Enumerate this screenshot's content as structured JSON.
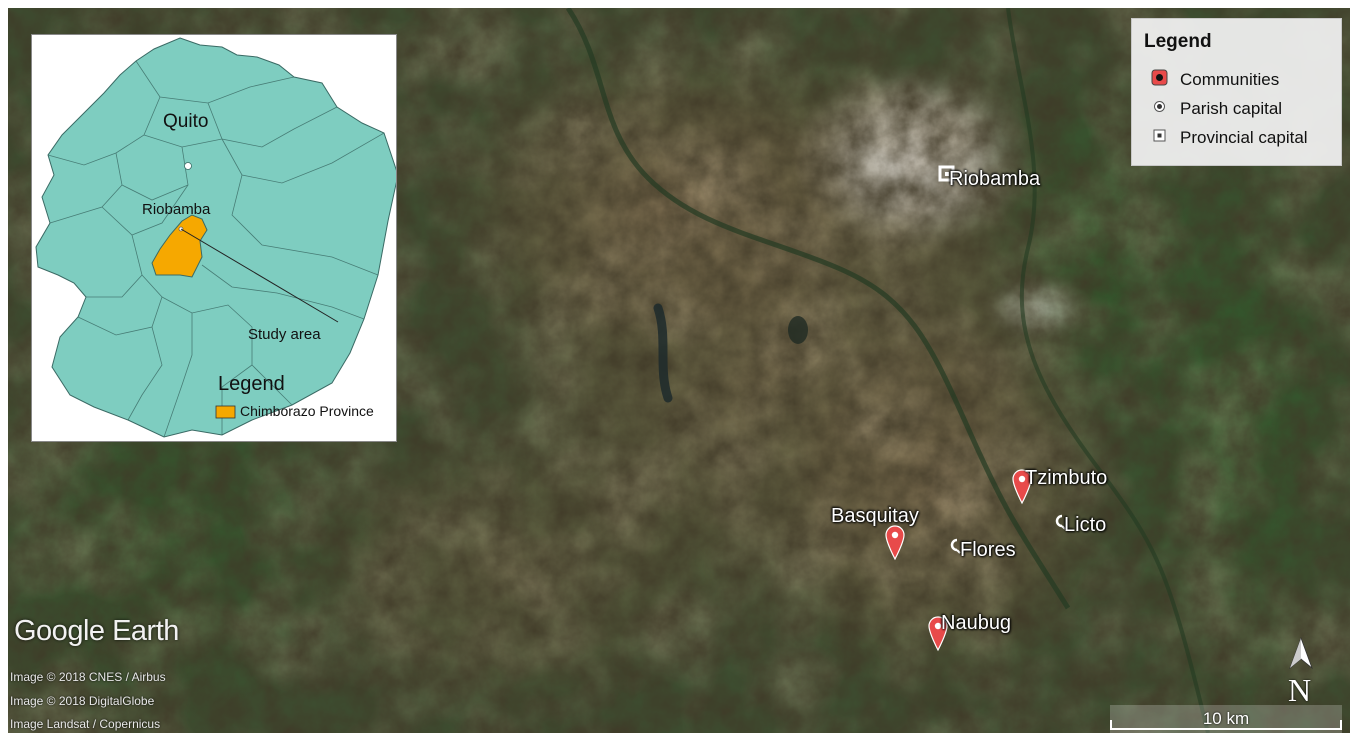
{
  "map": {
    "places": [
      {
        "name": "Riobamba",
        "type": "provincial-capital"
      },
      {
        "name": "Tzimbuto",
        "type": "community"
      },
      {
        "name": "Basquitay",
        "type": "community"
      },
      {
        "name": "Naubug",
        "type": "community"
      },
      {
        "name": "Licto",
        "type": "parish-capital"
      },
      {
        "name": "Flores",
        "type": "parish-capital"
      }
    ],
    "legend": {
      "title": "Legend",
      "items": [
        {
          "label": "Communities",
          "symbol": "red-marker-icon"
        },
        {
          "label": "Parish capital",
          "symbol": "dot-marker-icon"
        },
        {
          "label": "Provincial capital",
          "symbol": "square-marker-icon"
        }
      ]
    },
    "scale": {
      "label": "10 km"
    },
    "north": {
      "label": "N"
    },
    "brand": {
      "label": "Google Earth"
    },
    "credits": [
      "Image © 2018 CNES / Airbus",
      "Image © 2018 DigitalGlobe",
      "Image Landsat / Copernicus"
    ]
  },
  "inset": {
    "labels": {
      "capital": "Quito",
      "city": "Riobamba",
      "study": "Study area"
    },
    "legend": {
      "title": "Legend",
      "item": "Chimborazo Province"
    }
  },
  "colors": {
    "country_fill": "#7ecdc0",
    "province_fill": "#f6a800",
    "marker": "#e84a4a",
    "vegetation": "#2f4a2a",
    "urban": "#d7d3cc"
  }
}
